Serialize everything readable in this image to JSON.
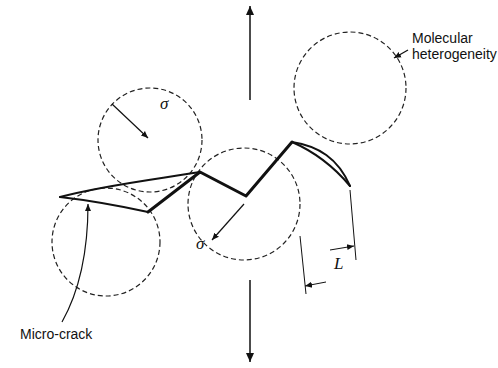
{
  "diagram": {
    "labels": [
      "Molecular heterogeneity",
      "σ",
      "σ",
      "L",
      "Micro-crack"
    ]
  }
}
